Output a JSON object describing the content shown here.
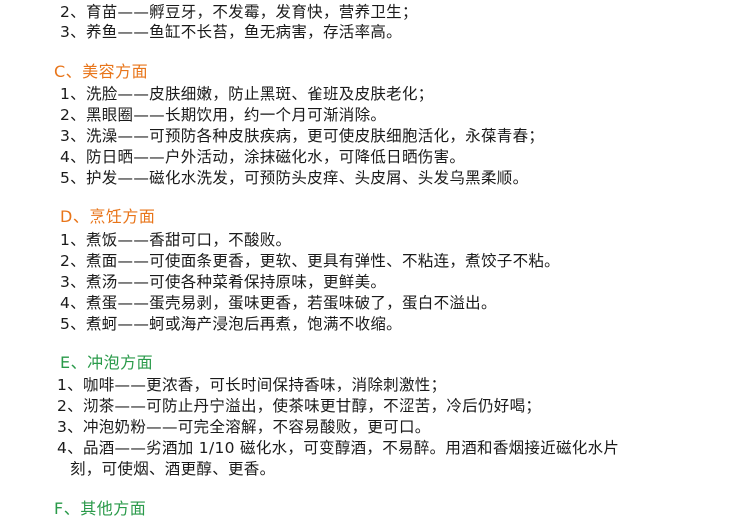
{
  "colors": {
    "orange_heading": "#e8751a",
    "green_heading": "#2a9a4a",
    "text": "#1a1a1a"
  },
  "top_items": [
    "2、育苗——孵豆牙，不发霉，发育快，营养卫生；",
    "3、养鱼——鱼缸不长苔，鱼无病害，存活率高。"
  ],
  "sections": {
    "c": {
      "title": "C、美容方面",
      "items": [
        "1、洗脸——皮肤细嫩，防止黑斑、雀班及皮肤老化；",
        "2、黑眼圈——长期饮用，约一个月可渐消除。",
        "3、洗澡——可预防各种皮肤疾病，更可使皮肤细胞活化，永葆青春；",
        "4、防日晒——户外活动，涂抹磁化水，可降低日晒伤害。",
        "5、护发——磁化水洗发，可预防头皮痒、头皮屑、头发乌黑柔顺。"
      ]
    },
    "d": {
      "title": "D、烹饪方面",
      "items": [
        "1、煮饭——香甜可口，不酸败。",
        "2、煮面——可使面条更香，更软、更具有弹性、不粘连，煮饺子不粘。",
        "3、煮汤——可使各种菜肴保持原味，更鲜美。",
        "4、煮蛋——蛋壳易剥，蛋味更香，若蛋味破了，蛋白不溢出。",
        "5、煮蚵——蚵或海产浸泡后再煮，饱满不收缩。"
      ]
    },
    "e": {
      "title": "E、冲泡方面",
      "items": [
        "1、咖啡——更浓香，可长时间保持香味，消除刺激性；",
        "2、沏茶——可防止丹宁溢出，使茶味更甘醇，不涩苦，冷后仍好喝；",
        "3、冲泡奶粉——可完全溶解，不容易酸败，更可口。",
        "4、品酒——劣酒加 1/10 磁化水，可变醇酒，不易醉。用酒和香烟接近磁化水片",
        "刻，可使烟、酒更醇、更香。"
      ]
    },
    "f": {
      "title": "F、其他方面"
    }
  }
}
